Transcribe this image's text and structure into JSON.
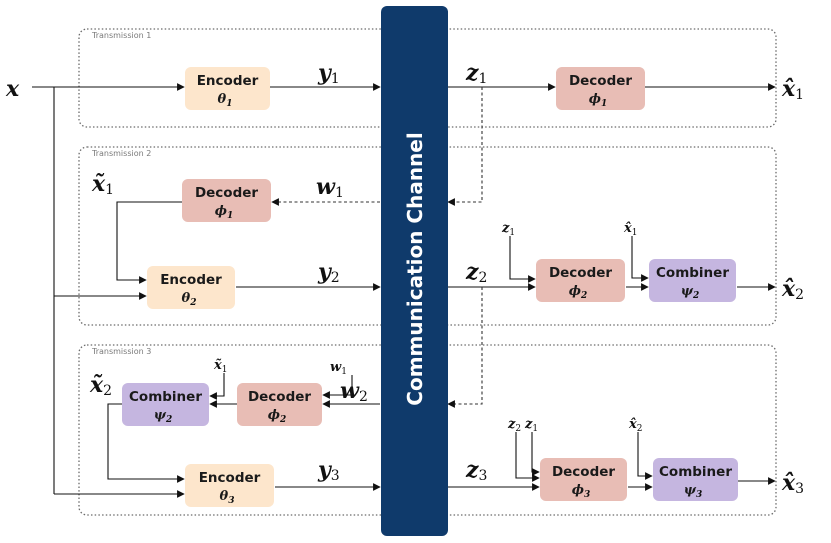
{
  "colors": {
    "encoder": "#fde6cc",
    "decoder": "#e8bdb5",
    "combiner": "#c5b6e0",
    "channel": "#0f3a6b",
    "frame": "#6b6b6b"
  },
  "frames": [
    {
      "label": "Transmission 1"
    },
    {
      "label": "Transmission 2"
    },
    {
      "label": "Transmission 3"
    }
  ],
  "channel_label": "Communication Channel",
  "boxes": {
    "enc1": {
      "title": "Encoder",
      "param": "θ",
      "sub": "1"
    },
    "dec1": {
      "title": "Decoder",
      "param": "ϕ",
      "sub": "1"
    },
    "dec1b": {
      "title": "Decoder",
      "param": "ϕ",
      "sub": "1"
    },
    "enc2": {
      "title": "Encoder",
      "param": "θ",
      "sub": "2"
    },
    "dec2": {
      "title": "Decoder",
      "param": "ϕ",
      "sub": "2"
    },
    "comb2": {
      "title": "Combiner",
      "param": "ψ",
      "sub": "2"
    },
    "comb2b": {
      "title": "Combiner",
      "param": "ψ",
      "sub": "2"
    },
    "dec2b": {
      "title": "Decoder",
      "param": "ϕ",
      "sub": "2"
    },
    "enc3": {
      "title": "Encoder",
      "param": "θ",
      "sub": "3"
    },
    "dec3": {
      "title": "Decoder",
      "param": "ϕ",
      "sub": "3"
    },
    "comb3": {
      "title": "Combiner",
      "param": "ψ",
      "sub": "3"
    }
  },
  "symbols": {
    "x": "x",
    "y1": "y",
    "y1_sub": "1",
    "z1": "z",
    "z1_sub": "1",
    "xhat1": "x̂",
    "xhat1_sub": "1",
    "w1": "w",
    "w1_sub": "1",
    "xt1": "x̃",
    "xt1_sub": "1",
    "y2": "y",
    "y2_sub": "2",
    "z2": "z",
    "z2_sub": "2",
    "xhat2": "x̂",
    "xhat2_sub": "2",
    "z1_in": "z",
    "z1_in_sub": "1",
    "xhat1_in": "x̂",
    "xhat1_in_sub": "1",
    "xt2": "x̃",
    "xt2_sub": "2",
    "xt1_in": "x̃",
    "xt1_in_sub": "1",
    "w1_in": "w",
    "w1_in_sub": "1",
    "w2": "w",
    "w2_sub": "2",
    "y3": "y",
    "y3_sub": "3",
    "z3": "z",
    "z3_sub": "3",
    "xhat3": "x̂",
    "xhat3_sub": "3",
    "z2_in": "z",
    "z2_in_sub": "2",
    "z1_in3": "z",
    "z1_in3_sub": "1",
    "xhat2_in": "x̂",
    "xhat2_in_sub": "2"
  }
}
